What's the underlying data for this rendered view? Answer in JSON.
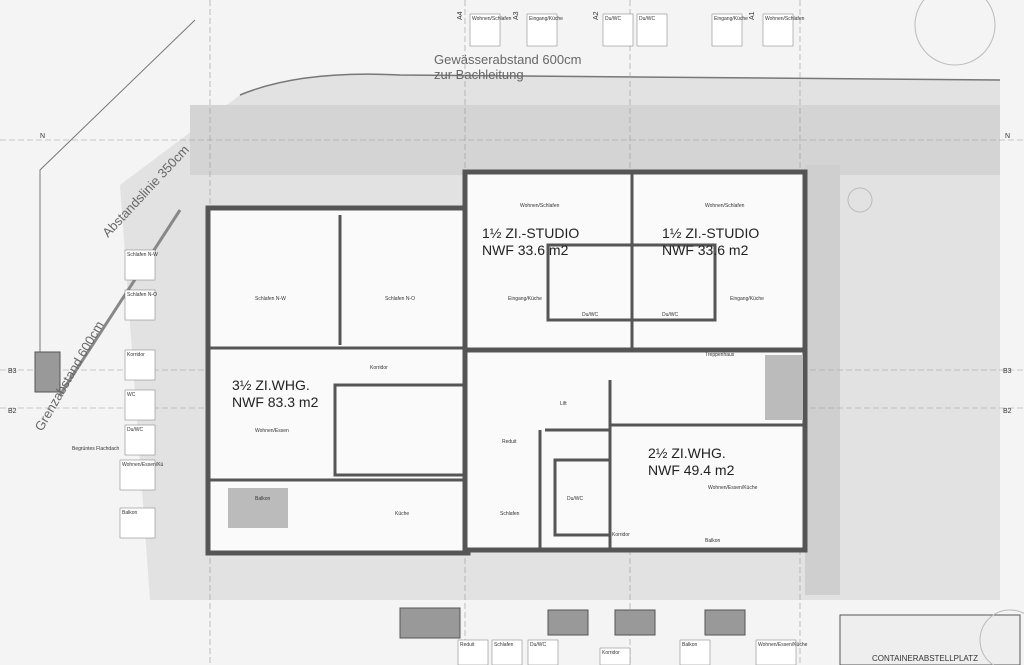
{
  "notes": {
    "water_distance": "Gewässerabstand  600cm",
    "water_distance_sub": "zur Bachleitung",
    "distance_line": "Abstandslinie 350cm",
    "boundary_distance": "Grenzabstand 600cm",
    "container": "CONTAINERABSTELLPLATZ"
  },
  "units": [
    {
      "name": "1½  ZI.-STUDIO",
      "area": "NWF 33.6 m2"
    },
    {
      "name": "1½  ZI.-STUDIO",
      "area": "NWF 33.6 m2"
    },
    {
      "name": "3½  ZI.WHG.",
      "area": "NWF 83.3 m2"
    },
    {
      "name": "2½  ZI.WHG.",
      "area": "NWF 49.4 m2"
    }
  ],
  "rooms": {
    "studio1_living": "Wohnen/Schlafen",
    "studio2_living": "Wohnen/Schlafen",
    "studio1_entry": "Eingang/Küche",
    "studio2_entry": "Eingang/Küche",
    "studio1_bath": "Du/WC",
    "studio2_bath": "Du/WC",
    "bed_nw": "Schlafen N-W",
    "bed_no": "Schlafen N-O",
    "corridor": "Korridor",
    "living_dining": "Wohnen/Essen",
    "kitchen": "Küche",
    "bedroom": "Schlafen",
    "reduit": "Reduit",
    "stairs": "Treppenhaus",
    "balcony1": "Balkon",
    "balcony2": "Balkon",
    "living_dining_kitchen": "Wohnen/Essen/Küche",
    "bath2": "Du/WC",
    "corridor2": "Korridor",
    "lift": "Lift"
  },
  "axes": {
    "a4": "A4",
    "a3": "A3",
    "a2": "A2",
    "a1": "A1",
    "b3": "B3",
    "b2": "B2",
    "b3r": "B3",
    "b2r": "B2",
    "n": "N",
    "nr": "N"
  },
  "room_tags_top": [
    "Wohnen/Schlafen",
    "Eingang/Küche",
    "Du/WC",
    "Du/WC",
    "Eingang/Küche",
    "Wohnen/Schlafen"
  ],
  "room_tags_left": [
    "Schlafen N-W",
    "Schlafen N-O",
    "Korridor",
    "WC",
    "Du/WC",
    "Wohnen/Essen/Kü",
    "Balkon",
    "Begrüntes Flachdach"
  ],
  "room_tags_bottom": [
    "Reduit",
    "Schlafen",
    "Du/WC",
    "Korridor",
    "Balkon",
    "Wohnen/Essen/Küche"
  ],
  "colors": {
    "wall": "#555555",
    "ground": "#d9d9d9",
    "paper": "#f4f4f4"
  }
}
